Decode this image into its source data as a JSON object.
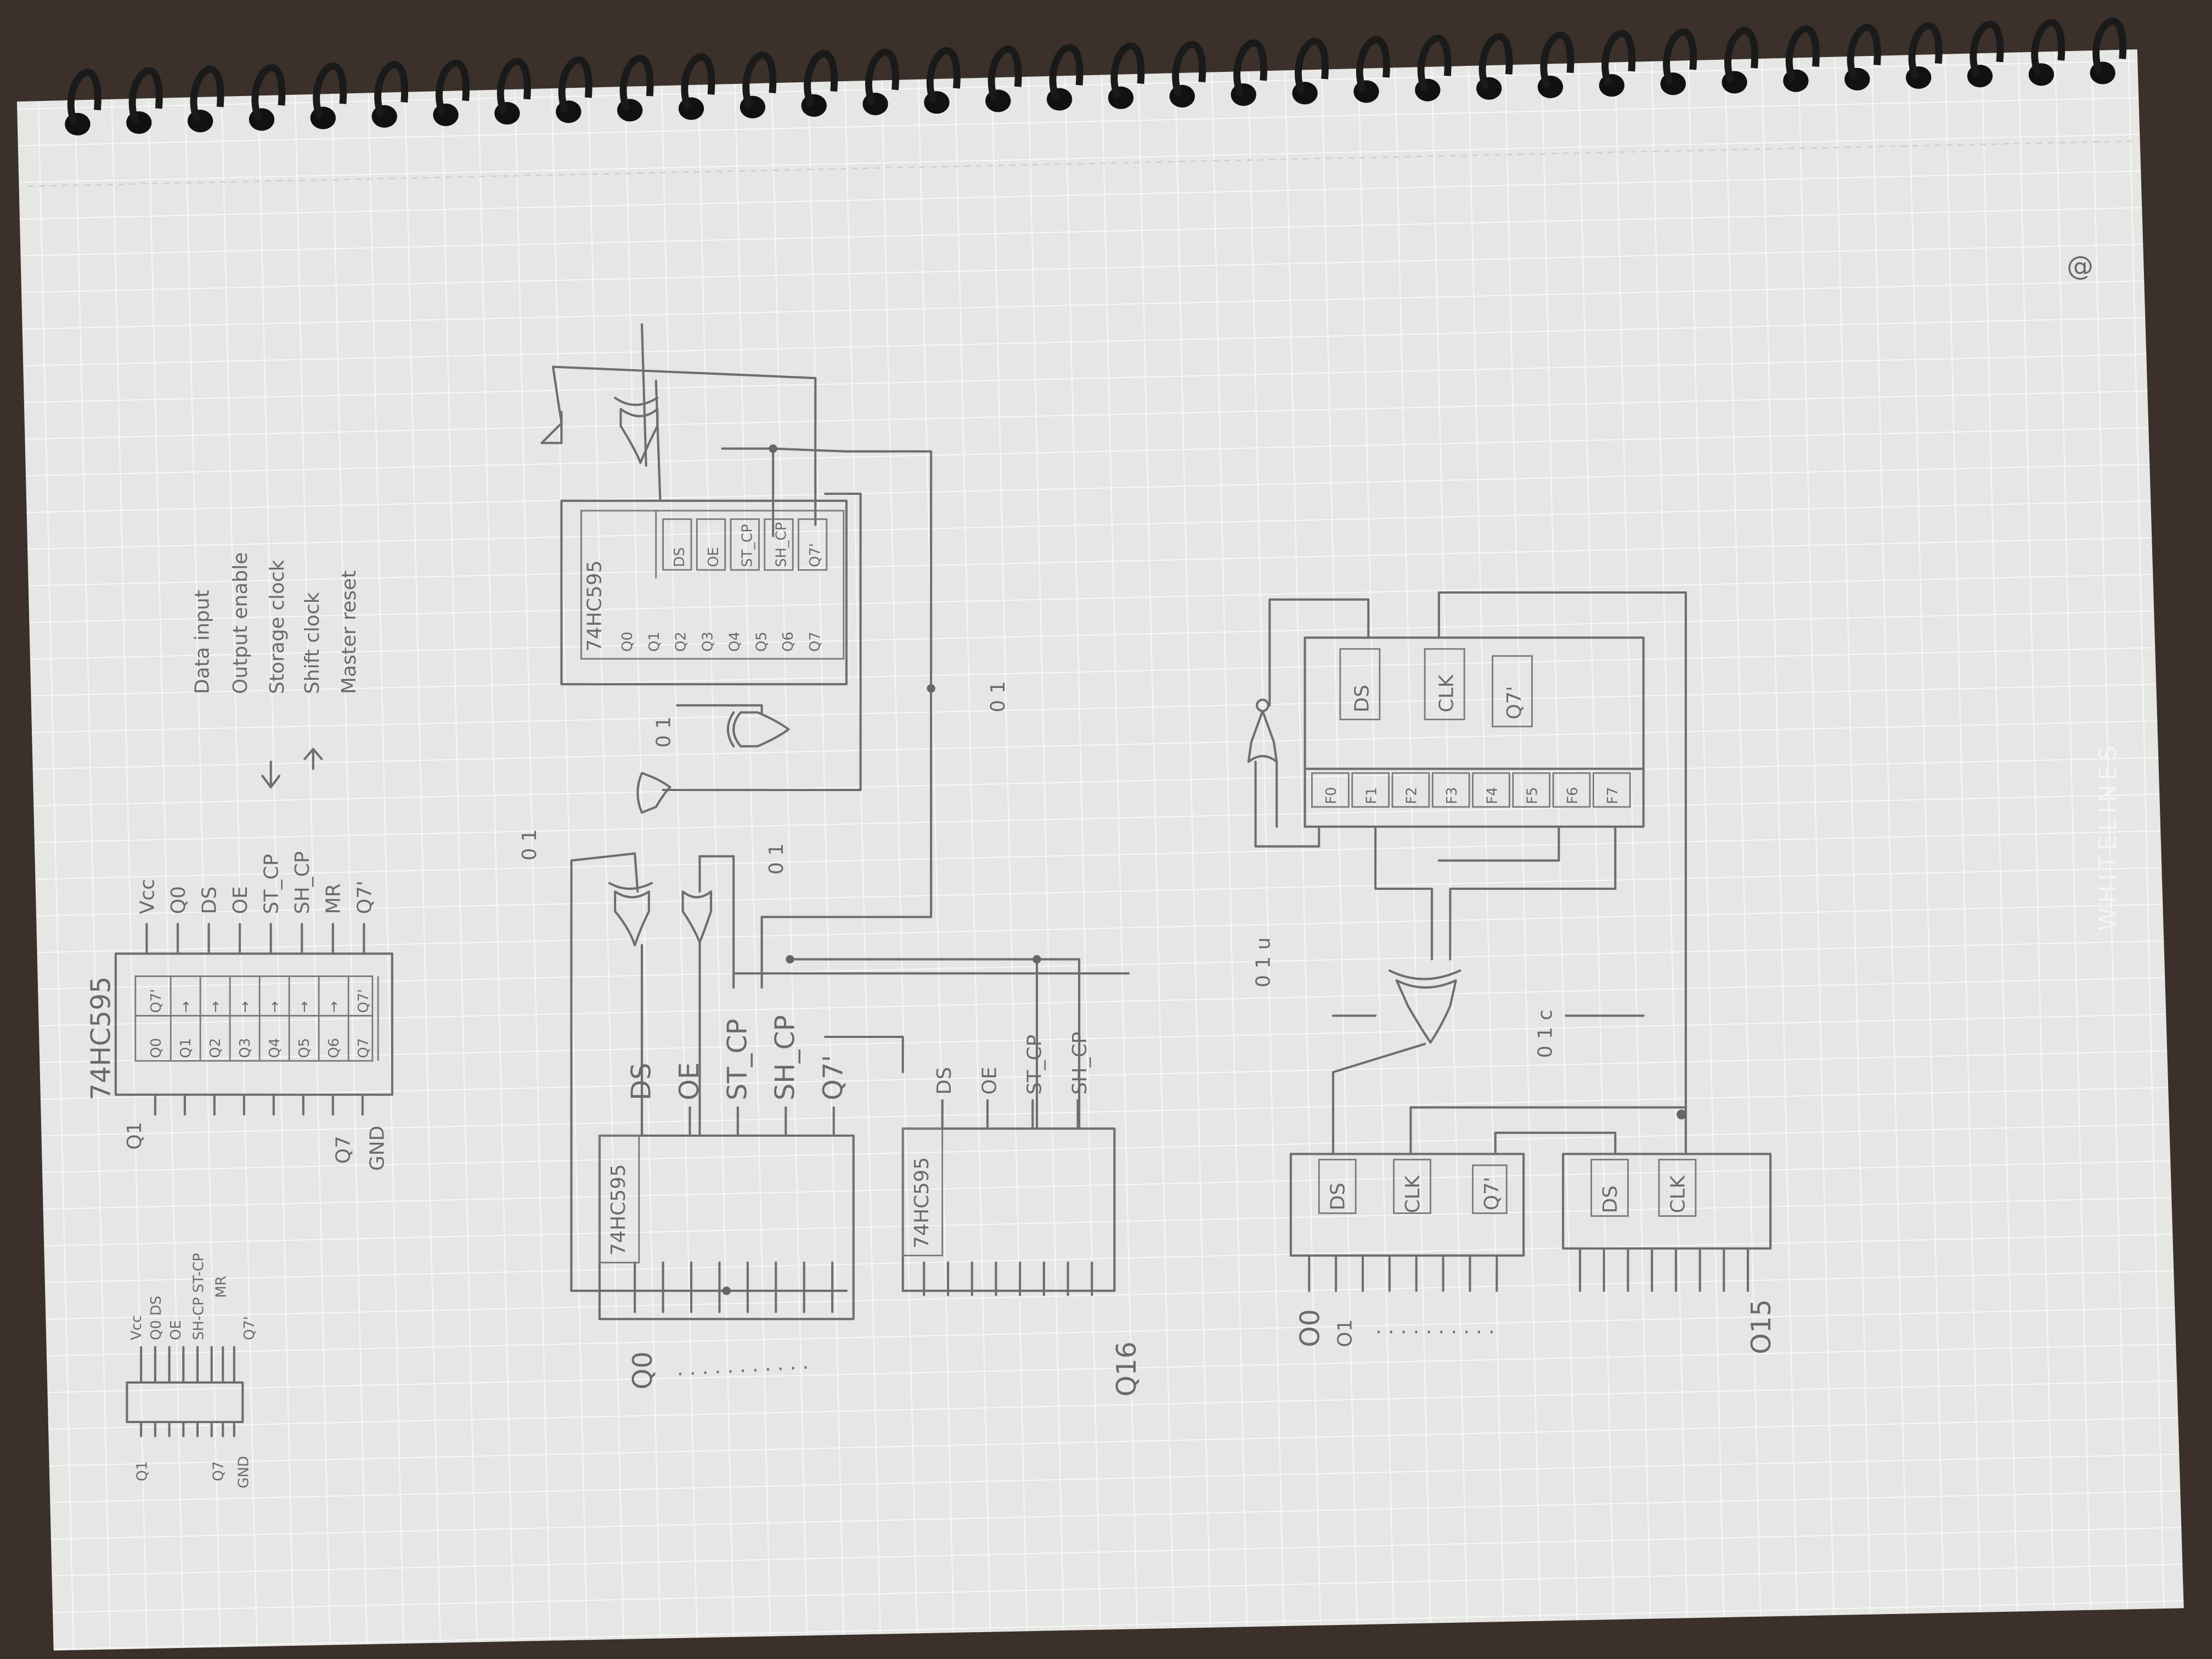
{
  "colors": {
    "paper": "#e6e6e4",
    "grid": "#f6f6f6",
    "pencil": "#6a6a6a",
    "background": "#3b302a",
    "spiral": "#1a1a1a"
  },
  "pinout": {
    "title": "74HC595",
    "top_pins": [
      "Vcc",
      "Q0",
      "DS",
      "OE",
      "ST_CP",
      "SH_CP",
      "MR",
      "Q7'"
    ],
    "bottom_pins": [
      "Q1",
      "Q7",
      "GND"
    ],
    "cells_row1": [
      "Q0",
      "Q1",
      "Q2",
      "Q3",
      "Q4",
      "Q5",
      "Q6",
      "Q7"
    ],
    "cells_row2": [
      "Q7'",
      "→",
      "→",
      "→",
      "→",
      "→",
      "→",
      "Q7'"
    ]
  },
  "descriptions": [
    "Data input",
    "Output enable",
    "Storage clock",
    "Shift clock",
    "Master reset"
  ],
  "mini_pinout": {
    "top_pins": [
      "Vcc",
      "Q0 DS",
      "OE",
      "SH-CP ST-CP",
      "MR",
      "Q7'"
    ],
    "bottom_pins": [
      "Q1",
      "Q7",
      "GND"
    ]
  },
  "circuit1": {
    "ic_top": {
      "name": "74HC595",
      "outputs": [
        "Q0",
        "Q1",
        "Q2",
        "Q3",
        "Q4",
        "Q5",
        "Q6",
        "Q7"
      ],
      "inputs": [
        "DS",
        "OE",
        "ST_CP",
        "SH_CP",
        "Q7'"
      ]
    },
    "ic_a": {
      "name": "74HC595",
      "pins": [
        "DS",
        "OE",
        "ST_CP",
        "SH_CP",
        "Q7'"
      ]
    },
    "ic_b": {
      "name": "74HC595",
      "pins": [
        "DS",
        "OE",
        "ST_CP",
        "SH_CP"
      ]
    },
    "switch_label": "0 1",
    "out_first": "Q0",
    "out_last": "Q16",
    "ellipsis": ". . . . . . . . . . ."
  },
  "circuit2": {
    "reg": {
      "pins": [
        "DS",
        "CLK",
        "Q7'"
      ],
      "cells": [
        "F0",
        "F1",
        "F2",
        "F3",
        "F4",
        "F5",
        "F6",
        "F7"
      ]
    },
    "reg_a": {
      "pins": [
        "DS",
        "CLK",
        "Q7'"
      ]
    },
    "reg_b": {
      "pins": [
        "DS",
        "CLK"
      ]
    },
    "switch_u": "0 1 u",
    "switch_c": "0 1 c",
    "out_first": "O0",
    "out_second": "O1",
    "out_last": "O15",
    "ellipsis": ". . . . . . . . . ."
  },
  "corner_mark": "@",
  "watermark": "WHITELINES"
}
